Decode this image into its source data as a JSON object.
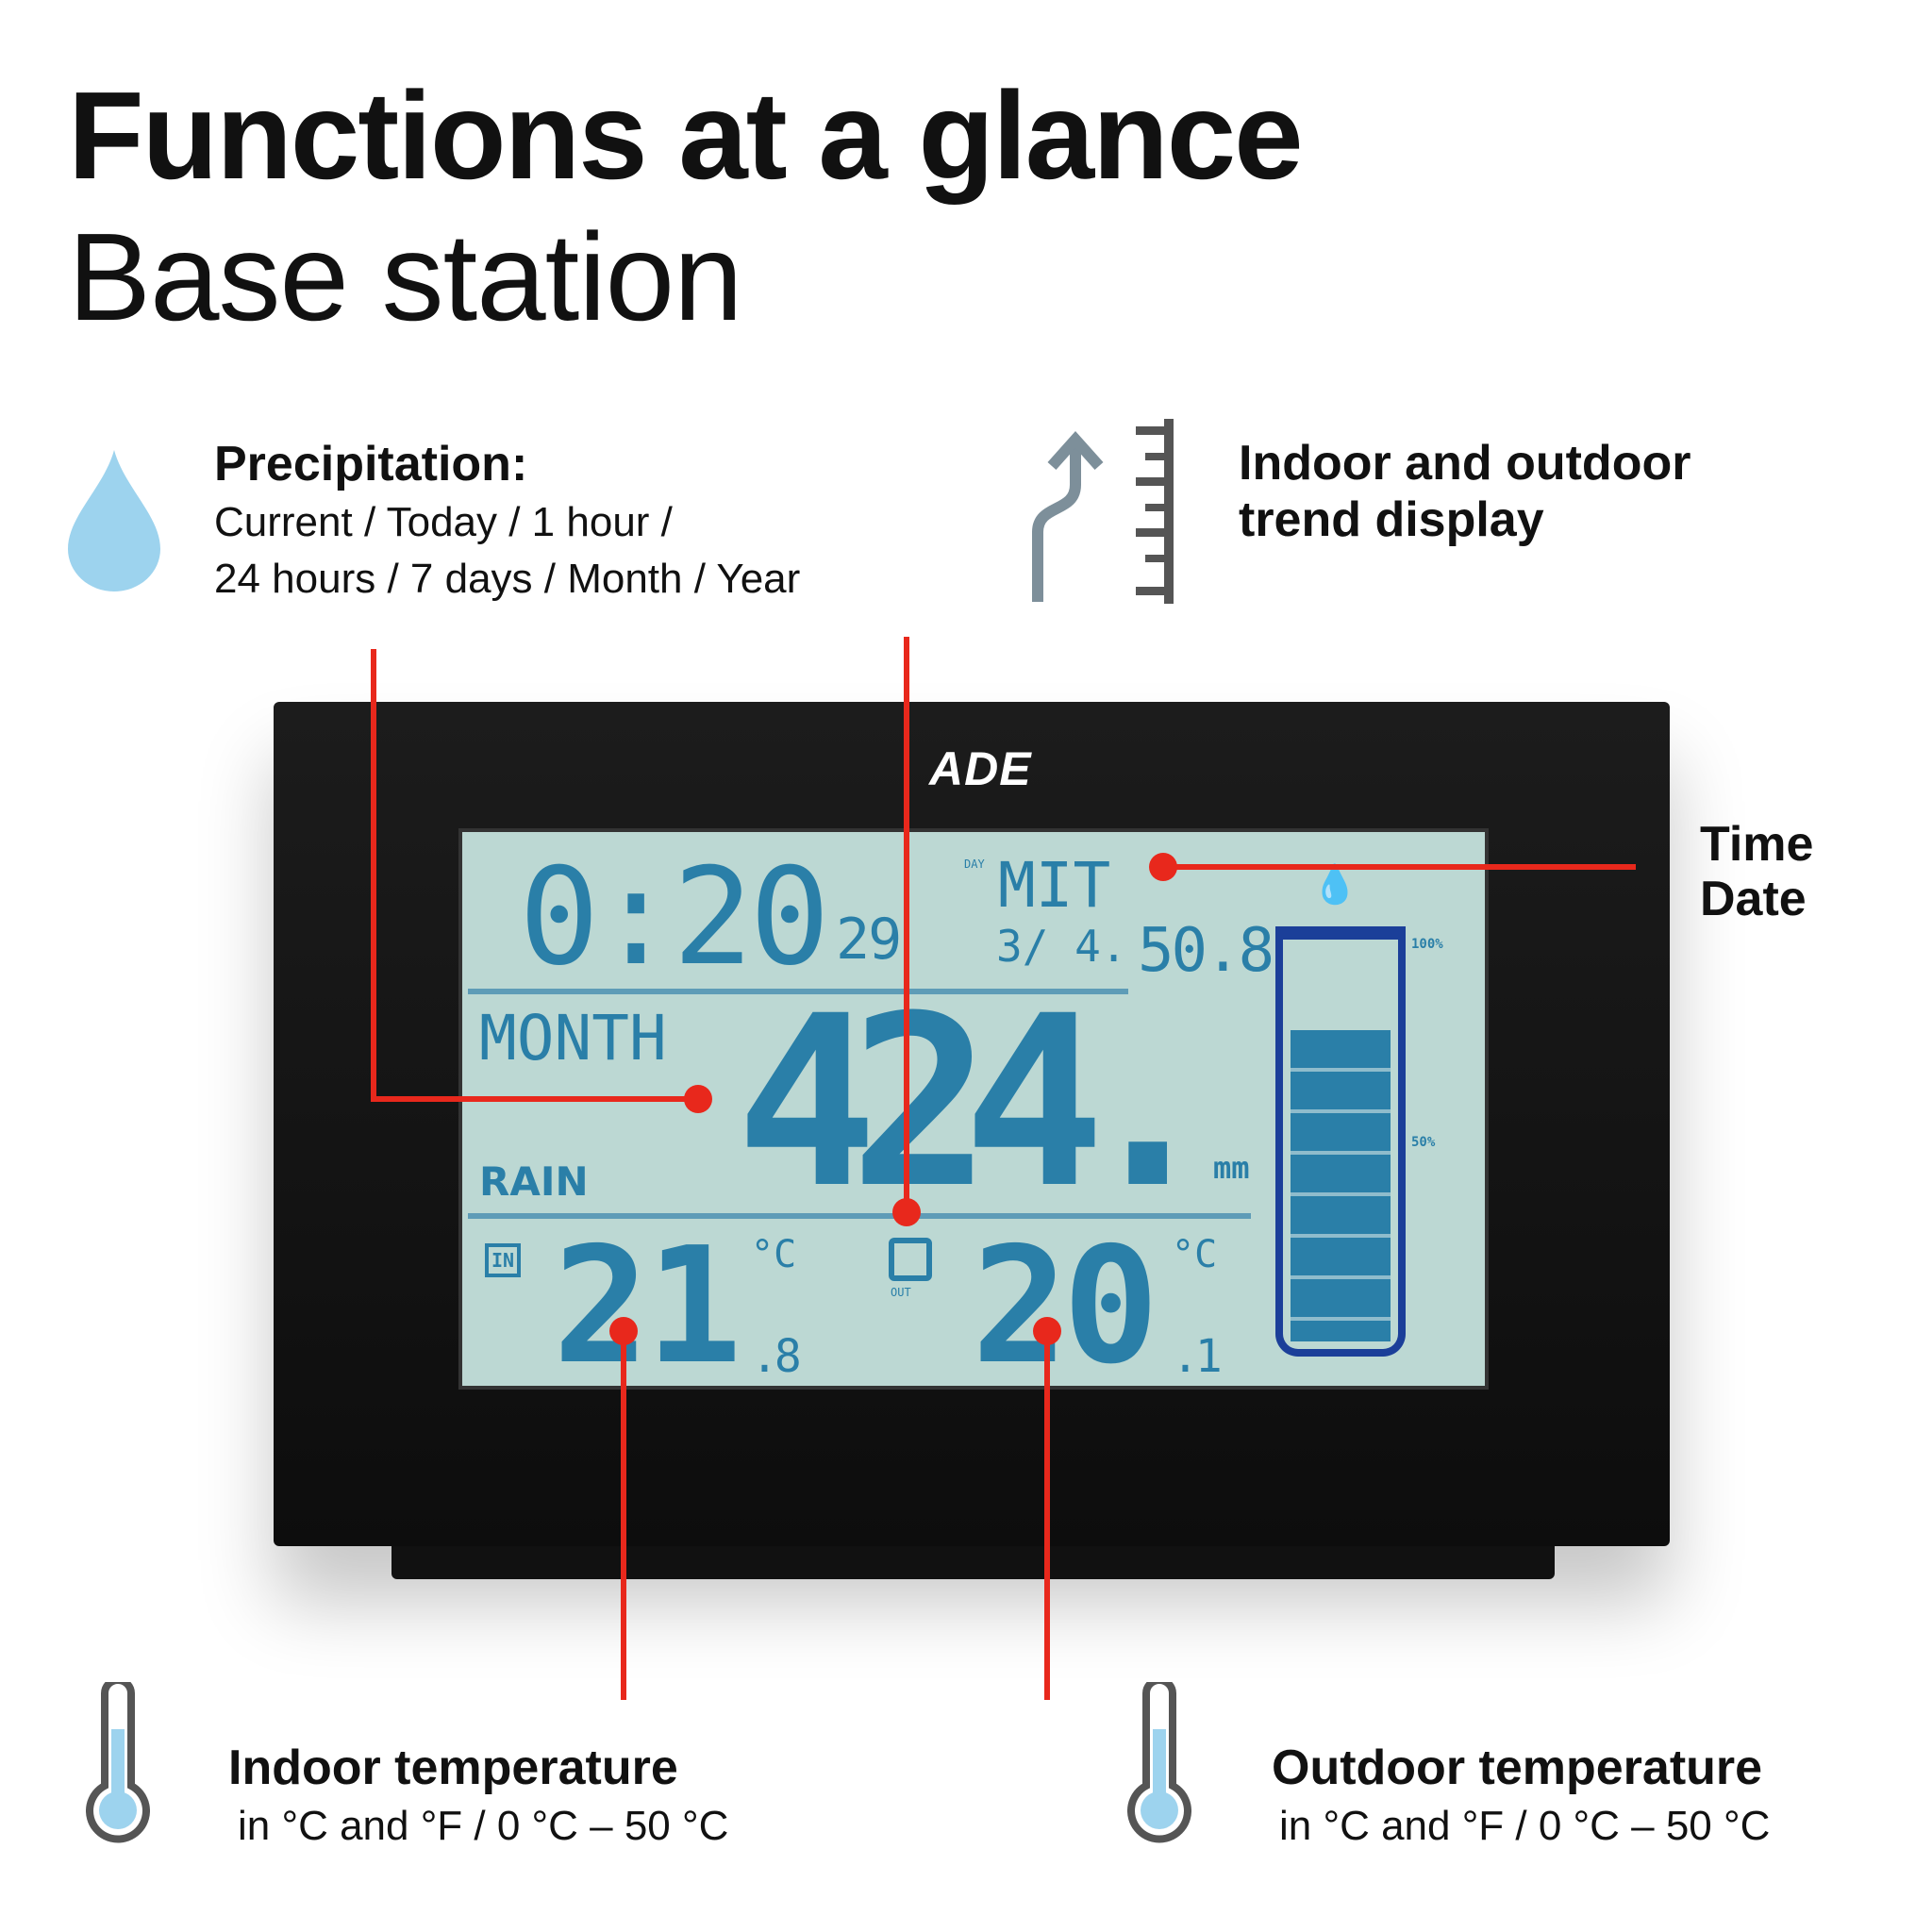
{
  "title": "Functions at a glance",
  "subtitle": "Base station",
  "precipitation": {
    "heading": "Precipitation:",
    "line1": "Current / Today / 1 hour /",
    "line2": "24 hours / 7 days / Month / Year",
    "icon": "water-drop-icon"
  },
  "trend": {
    "line1": "Indoor and outdoor",
    "line2": "trend display",
    "icon": "trend-arrow-scale-icon"
  },
  "time_date": {
    "line1": "Time",
    "line2": "Date"
  },
  "indoor": {
    "heading": "Indoor temperature",
    "detail": "in °C and °F / 0 °C – 50 °C",
    "icon": "thermometer-icon"
  },
  "outdoor": {
    "heading": "Outdoor temperature",
    "detail": "in °C and °F / 0 °C – 50 °C",
    "icon": "thermometer-icon"
  },
  "device": {
    "brand": "ADE",
    "time": "0:20",
    "seconds": "29",
    "day_label": "DAY",
    "day": "MIT",
    "date": "3/ 4.",
    "small_value": "50.8",
    "period": "MONTH",
    "rain_value": "424.",
    "rain_unit": "mm",
    "rain_label": "RAIN",
    "indoor_label": "IN",
    "indoor_temp": "21",
    "indoor_decimal": ".8",
    "outdoor_label": "OUT",
    "outdoor_temp": "20",
    "outdoor_decimal": ".1",
    "temp_unit": "°C",
    "gauge_top": "100%",
    "gauge_mid": "50%",
    "gauge_fill_percent": 80
  },
  "colors": {
    "accent": "#e8281c",
    "lcd": "#bcd8d3",
    "lcd_digits": "#2a7fa8",
    "drop": "#9dd3ee"
  }
}
